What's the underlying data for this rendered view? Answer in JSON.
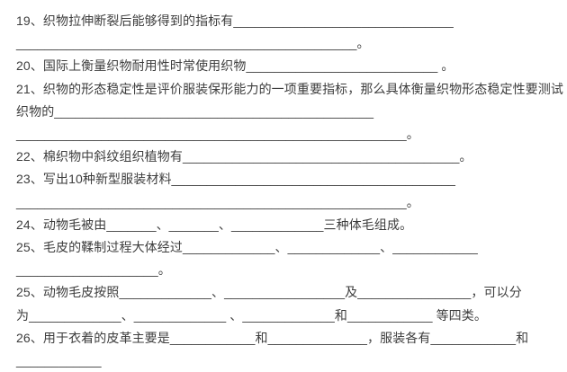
{
  "page": {
    "background_color": "#ffffff",
    "text_color": "#3d3d3d",
    "kind": "fill-in-the-blank exam questions"
  },
  "document": {
    "lines": [
      "19、织物拉伸断裂后能够得到的指标有_______________________________",
      "________________________________________________。",
      "20、国际上衡量织物耐用性时常使用织物___________________________ 。",
      "21、织物的形态稳定性是评价服装保形能力的一项重要指标，那么具体衡量织物形态稳定性要测试",
      "织物的_____________________________________________",
      "_______________________________________________________。",
      "22、棉织物中斜纹组织植物有_______________________________________。",
      "23、写出10种新型服装材料________________________________________",
      "_______________________________________________________。",
      "24、动物毛被由_______、_______、_____________三种体毛组成。",
      "25、毛皮的鞣制过程大体经过_____________、_____________、____________",
      "____________________。",
      "25、动物毛皮按照_____________、_________________及________________，可以分",
      "为_____________、_____________ 、_____________和____________ 等四类。",
      "26、用于衣着的皮革主要是____________和______________，服装各有____________和",
      "____________"
    ]
  }
}
